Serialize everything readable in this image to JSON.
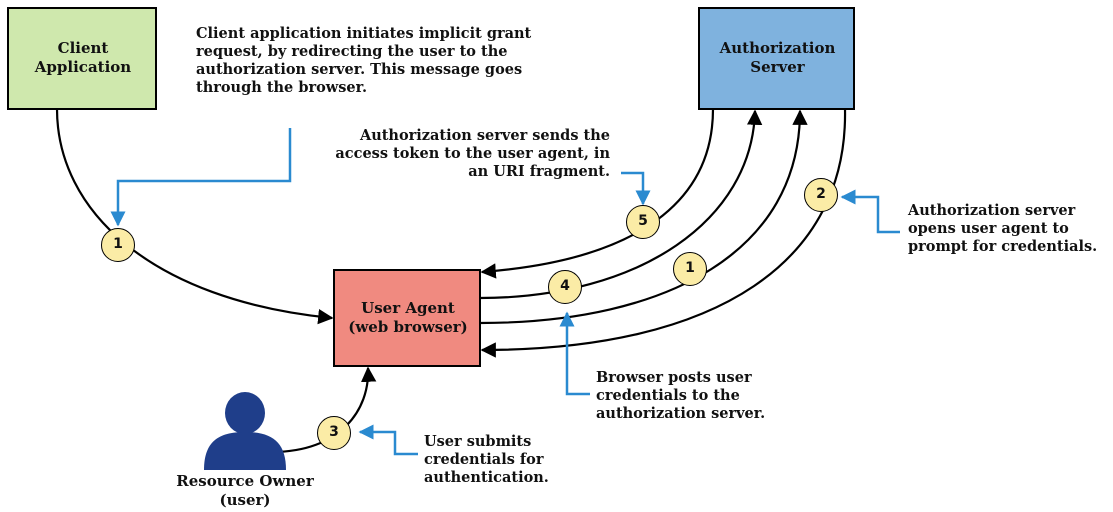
{
  "colors": {
    "client_box": "#cfe8ad",
    "auth_box": "#7fb2de",
    "agent_box": "#f08a80",
    "step_circle": "#fbeca6",
    "callout_line": "#2a8ad0",
    "owner_icon": "#1f3e8a",
    "flow_line": "#000000"
  },
  "nodes": {
    "client": {
      "lines": [
        "Client",
        "Application"
      ]
    },
    "auth_server": {
      "lines": [
        "Authorization",
        "Server"
      ]
    },
    "user_agent": {
      "lines": [
        "User Agent",
        "(web browser)"
      ]
    },
    "resource_owner": {
      "icon": "user-silhouette-icon",
      "lines": [
        "Resource Owner",
        "(user)"
      ]
    }
  },
  "steps": {
    "client_to_agent": "1",
    "agent_to_auth": "1",
    "auth_to_agent": "2",
    "owner_to_agent": "3",
    "agent_post": "4",
    "token_return": "5"
  },
  "notes": {
    "implicit_grant": [
      "Client application initiates implicit grant",
      "request, by redirecting the user to the",
      "authorization server.  This message goes",
      "through the browser."
    ],
    "access_token": [
      "Authorization server sends the",
      "access token to the user agent, in",
      "an URI fragment."
    ],
    "prompt_credentials": [
      "Authorization server",
      "opens user agent to",
      "prompt for  credentials."
    ],
    "post_credentials": [
      "Browser posts user",
      "credentials to the",
      "authorization server."
    ],
    "submit_credentials": [
      "User submits",
      "credentials for",
      "authentication."
    ]
  }
}
